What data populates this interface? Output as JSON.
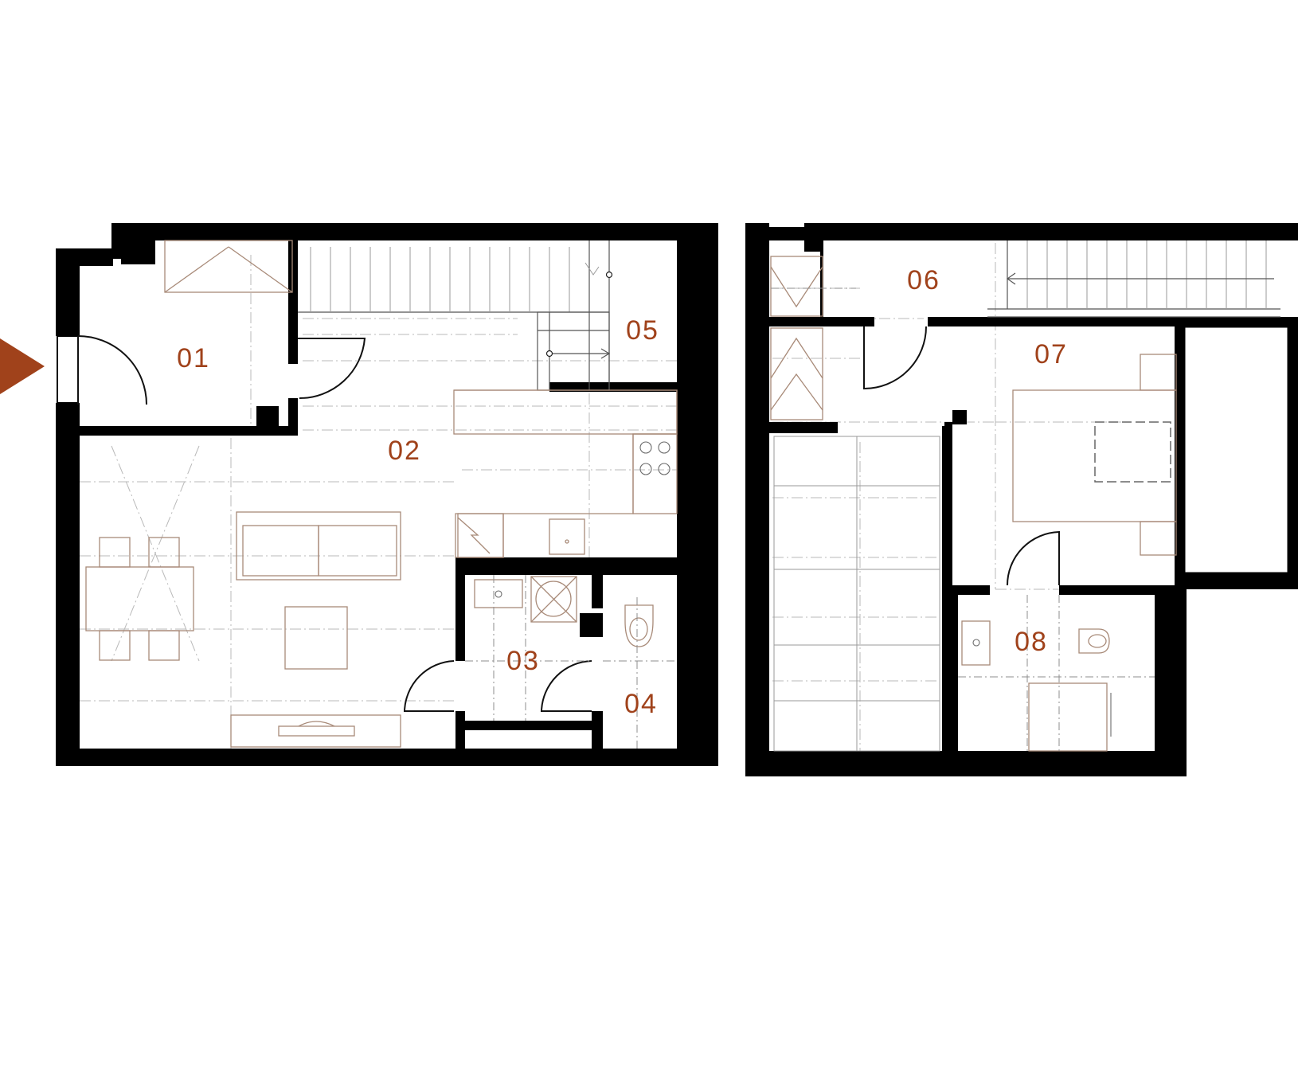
{
  "colors": {
    "accent": "#a0421b",
    "wall": "#000000",
    "furniture": "#a88a78",
    "background": "#ffffff"
  },
  "entrance_marker": {
    "icon": "entrance-arrow-icon"
  },
  "rooms": {
    "r01": "01",
    "r02": "02",
    "r03": "03",
    "r04": "04",
    "r05": "05",
    "r06": "06",
    "r07": "07",
    "r08": "08"
  }
}
